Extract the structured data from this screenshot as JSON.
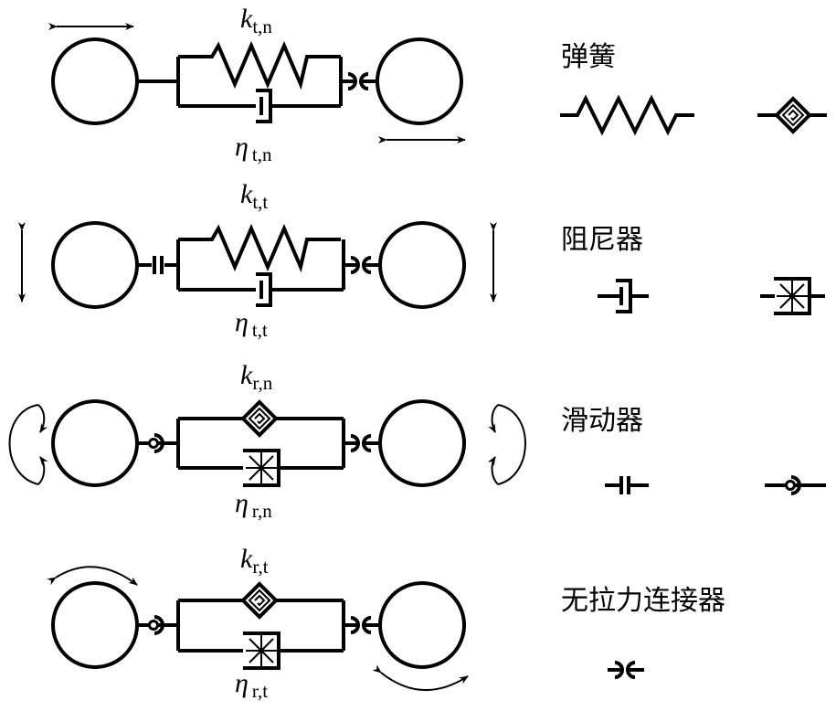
{
  "diagram": {
    "rows": [
      {
        "id": "tangential-normal",
        "spring_label": {
          "symbol": "k",
          "subscript": "t,n"
        },
        "damper_label": {
          "symbol": "η",
          "subscript": "t,n"
        },
        "spring_type": "linear-spring",
        "damper_type": "linear-damper",
        "left_connector": "rigid",
        "right_connector": "no-tension-connector",
        "motion_arrows": "horizontal-double"
      },
      {
        "id": "tangential-tangential",
        "spring_label": {
          "symbol": "k",
          "subscript": "t,t"
        },
        "damper_label": {
          "symbol": "η",
          "subscript": "t,t"
        },
        "spring_type": "linear-spring",
        "damper_type": "linear-damper",
        "left_connector": "linear-slider",
        "right_connector": "no-tension-connector",
        "motion_arrows": "vertical-double"
      },
      {
        "id": "rotational-normal",
        "spring_label": {
          "symbol": "k",
          "subscript": "r,n"
        },
        "damper_label": {
          "symbol": "η",
          "subscript": "r,n"
        },
        "spring_type": "rotational-spring",
        "damper_type": "rotational-damper",
        "left_connector": "rotational-slider",
        "right_connector": "no-tension-connector",
        "motion_arrows": "rotation-vertical"
      },
      {
        "id": "rotational-tangential",
        "spring_label": {
          "symbol": "k",
          "subscript": "r,t"
        },
        "damper_label": {
          "symbol": "η",
          "subscript": "r,t"
        },
        "spring_type": "rotational-spring",
        "damper_type": "rotational-damper",
        "left_connector": "rotational-slider",
        "right_connector": "no-tension-connector",
        "motion_arrows": "rotation-horizontal-arc"
      }
    ]
  },
  "legend": {
    "spring": {
      "title": "弹簧",
      "symbols": [
        "linear-spring",
        "rotational-spring"
      ]
    },
    "damper": {
      "title": "阻尼器",
      "symbols": [
        "linear-damper",
        "rotational-damper"
      ]
    },
    "slider": {
      "title": "滑动器",
      "symbols": [
        "linear-slider",
        "rotational-slider"
      ]
    },
    "connector": {
      "title": "无拉力连接器",
      "symbols": [
        "no-tension-connector"
      ]
    }
  }
}
